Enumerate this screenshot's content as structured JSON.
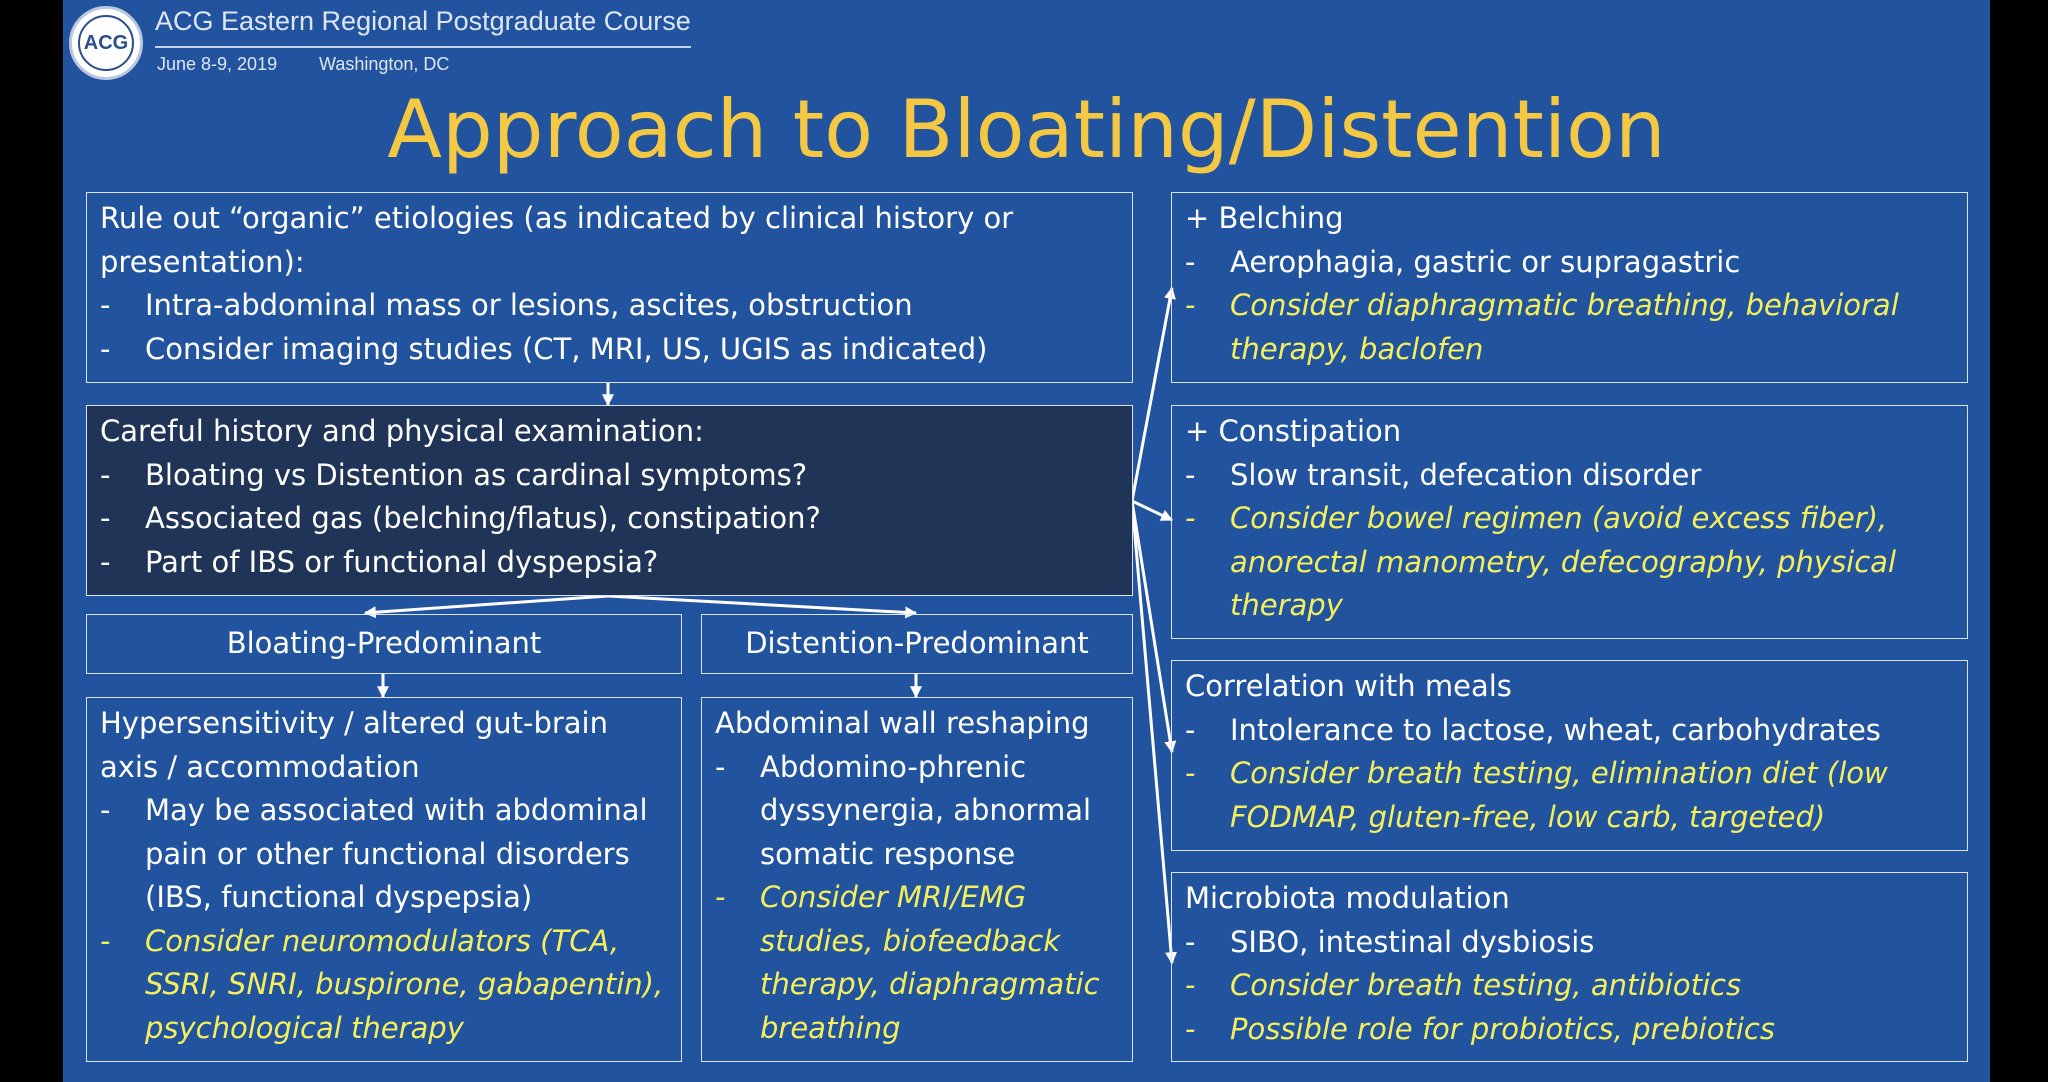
{
  "header": {
    "logo_text": "ACG",
    "course_title": "ACG Eastern Regional Postgraduate Course",
    "date": "June 8-9, 2019",
    "location": "Washington, DC"
  },
  "title": "Approach to Bloating/Distention",
  "colors": {
    "background": "#22539f",
    "title": "#f4c842",
    "recommendation_text": "#f4ef5c",
    "dark_box": "#1f3457"
  },
  "organic": {
    "heading": "Rule out “organic” etiologies (as indicated by clinical history or presentation):",
    "items": [
      "Intra-abdominal mass or lesions, ascites, obstruction",
      "Consider imaging studies (CT, MRI, US, UGIS as indicated)"
    ]
  },
  "history": {
    "heading": "Careful history and physical examination:",
    "items": [
      "Bloating vs Distention as cardinal symptoms?",
      "Associated gas (belching/flatus), constipation?",
      "Part of IBS or functional dyspepsia?"
    ]
  },
  "bloating_label": "Bloating-Predominant",
  "distention_label": "Distention-Predominant",
  "hypersensitivity": {
    "heading": "Hypersensitivity / altered gut-brain axis / accommodation",
    "item": "May be associated with abdominal pain or other functional disorders (IBS, functional dyspepsia)",
    "recommendation": "Consider neuromodulators (TCA, SSRI, SNRI, buspirone, gabapentin), psychological therapy"
  },
  "abdominal_wall": {
    "heading": "Abdominal wall reshaping",
    "item": "Abdomino-phrenic dyssynergia, abnormal somatic response",
    "recommendation": "Consider MRI/EMG studies, biofeedback therapy, diaphragmatic breathing"
  },
  "belching": {
    "heading": "+ Belching",
    "item": "Aerophagia, gastric or supragastric",
    "recommendation": "Consider diaphragmatic breathing, behavioral therapy, baclofen"
  },
  "constipation": {
    "heading": "+ Constipation",
    "item": "Slow transit, defecation disorder",
    "recommendation": "Consider bowel regimen (avoid excess fiber), anorectal manometry, defecography, physical therapy"
  },
  "meals": {
    "heading": "Correlation with meals",
    "item": "Intolerance to lactose, wheat, carbohydrates",
    "recommendation": "Consider breath testing, elimination diet (low FODMAP, gluten-free, low carb, targeted)"
  },
  "microbiota": {
    "heading": "Microbiota modulation",
    "item": "SIBO, intestinal dysbiosis",
    "recommendations": [
      "Consider breath testing, antibiotics",
      "Possible role for probiotics, prebiotics"
    ]
  },
  "bullet": "-"
}
